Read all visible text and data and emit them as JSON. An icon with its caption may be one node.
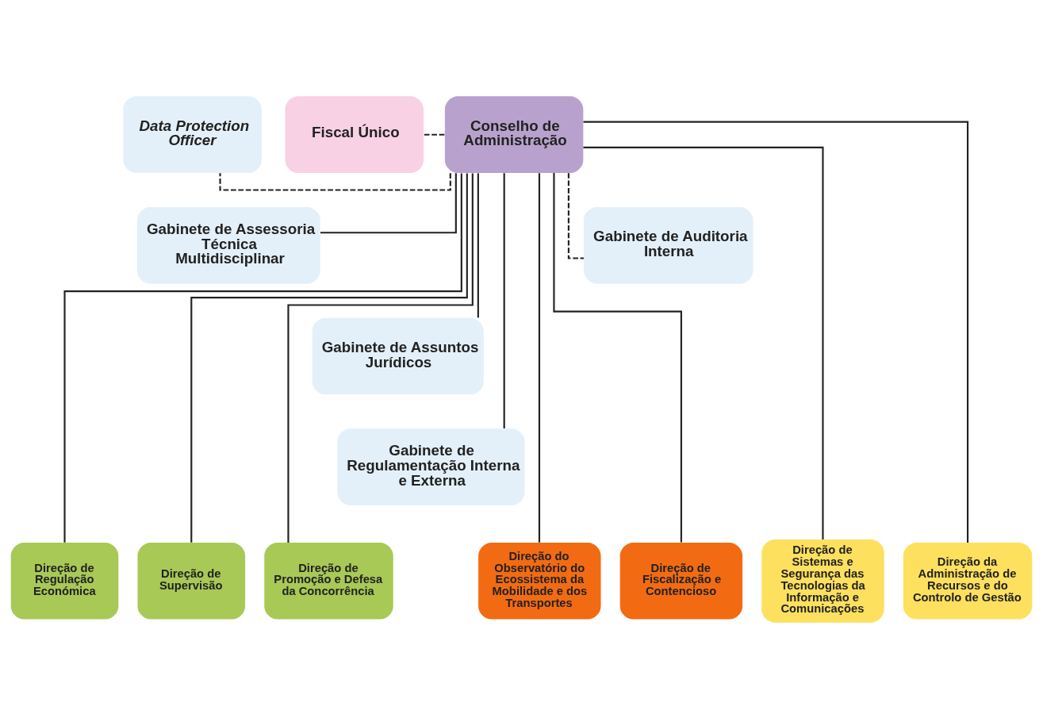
{
  "diagram": {
    "nodes": [
      {
        "text": [
          "Fiscal Único"
        ]
      },
      {
        "text": [
          "Conselho de Administração"
        ]
      },
      {
        "text": [
          "Data Protection Officer"
        ]
      },
      {
        "text": [
          "Gabinete de Auditoria Interna"
        ]
      },
      {
        "text": [
          "Gabinete de Assessoria Técnica Multidisciplinar"
        ]
      },
      {
        "text": [
          "Gabinete de Assuntos Jurídicos"
        ]
      },
      {
        "text": [
          "Gabinete de Regulamentação Interna e Externa"
        ]
      },
      {
        "text": [
          "Direção de Regulação Económica"
        ]
      },
      {
        "text": [
          "Direção de Supervisão"
        ]
      },
      {
        "text": [
          "Direção de Promoção e Defesa da Concorrência"
        ]
      },
      {
        "text": [
          "Direção do Observatório do Ecossistema da Mobilidade e dos Transportes"
        ]
      },
      {
        "text": [
          "Direção de Fiscalização e Contencioso"
        ]
      },
      {
        "text": [
          "Direção de Sistemas e Segurança das Tecnologias da Informação e Comunicações"
        ]
      },
      {
        "text": [
          "Direção da Administração de Recursos e do Controlo de Gestão"
        ]
      }
    ],
    "edges": [
      {
        "from": 1,
        "to": 0,
        "arrow": "none",
        "style": "dashed"
      },
      {
        "from": 1,
        "to": 2,
        "arrow": "none",
        "style": "dashed"
      },
      {
        "from": 1,
        "to": 3,
        "arrow": "none",
        "style": "dashed"
      },
      {
        "from": 1,
        "to": 4,
        "arrow": "none"
      },
      {
        "from": 1,
        "to": 5,
        "arrow": "none"
      },
      {
        "from": 1,
        "to": 6,
        "arrow": "none"
      },
      {
        "from": 1,
        "to": 7,
        "arrow": "none"
      },
      {
        "from": 1,
        "to": 8,
        "arrow": "none"
      },
      {
        "from": 1,
        "to": 9,
        "arrow": "none"
      },
      {
        "from": 1,
        "to": 10,
        "arrow": "none"
      },
      {
        "from": 1,
        "to": 11,
        "arrow": "none"
      },
      {
        "from": 1,
        "to": 12,
        "arrow": "none"
      },
      {
        "from": 1,
        "to": 13,
        "arrow": "none"
      }
    ]
  }
}
